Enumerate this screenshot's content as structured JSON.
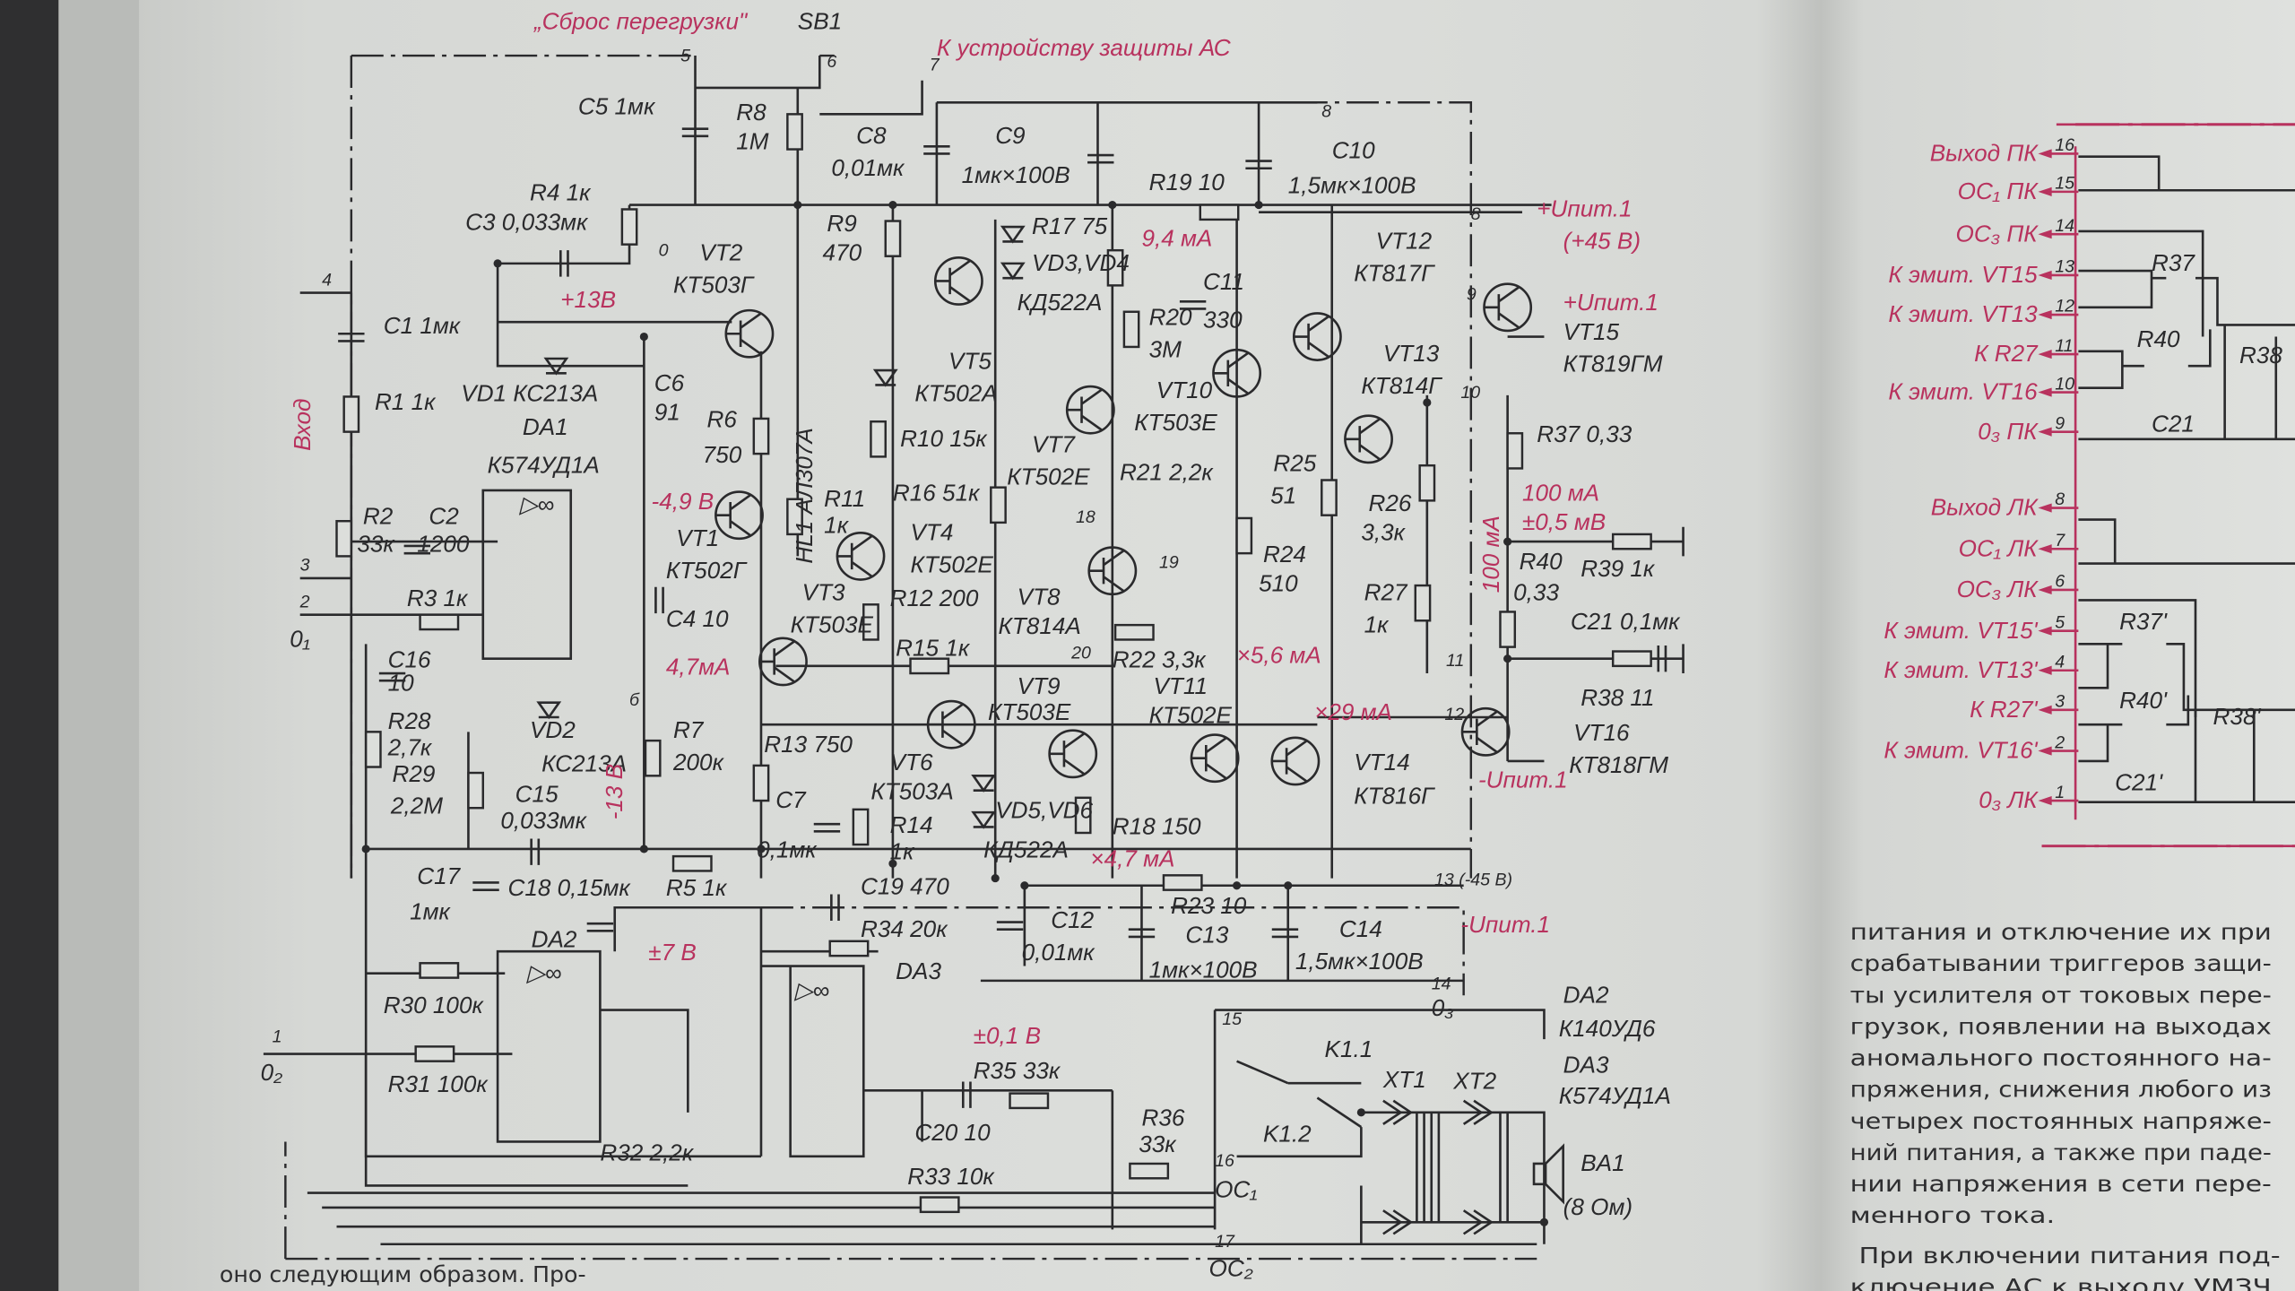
{
  "schematic": {
    "reset_label": "„Сброс перегрузки\"",
    "sb1": "SB1",
    "to_protection": "К устройству защиты АС",
    "input": "Вход",
    "pin5": "5",
    "pin6": "6",
    "pin7": "7",
    "pin8": "8",
    "pin8b": "8",
    "c5": "C5  1мк",
    "r8a": "R8",
    "r8b": "1M",
    "c8a": "C8",
    "c8b": "0,01мк",
    "c9a": "C9",
    "c9b": "1мк×100В",
    "r19": "R19 10",
    "c10a": "C10",
    "c10b": "1,5мк×100В",
    "r4": "R4  1к",
    "c3": "C3  0,033мк",
    "p0": "0",
    "vt2a": "VT2",
    "vt2b": "КТ503Г",
    "v13": "+13В",
    "r9a": "R9",
    "r9b": "470",
    "r17": "R17 75",
    "vd34": "VD3,VD4",
    "kd522a": "КД522А",
    "i94": "9,4 мА",
    "upos1": "+Uпит.1",
    "upos2": "(+45 В)",
    "c11a": "C11",
    "c11b": "330",
    "vt12a": "VT12",
    "vt12b": "КТ817Г",
    "upos3": "+Uпит.1",
    "pin9": "9",
    "vt15a": "VT15",
    "vt15b": "КТ819ГМ",
    "pin4": "4",
    "c1": "C1  1мк",
    "r1": "R1  1к",
    "vd1": "VD1  КС213А",
    "da1a": "DA1",
    "da1b": "К574УД1А",
    "c6a": "C6",
    "c6b": "91",
    "r6a": "R6",
    "r6b": "750",
    "hl1": "HL1  АЛ307А",
    "vt5": "VT5",
    "vt5b": "КТ502А",
    "r10": "R10  15к",
    "r20a": "R20",
    "r20b": "3М",
    "vt10a": "VT10",
    "vt10b": "КТ503Е",
    "vt13a": "VT13",
    "vt13b": "КТ814Г",
    "pin10": "10",
    "r37": "R37  0,33",
    "r2a": "R2",
    "r2b": "33к",
    "c2a": "C2",
    "c2b": "1200",
    "v49": "-4,9 В",
    "vt1a": "VT1",
    "vt1b": "КТ502Г",
    "r11a": "R11",
    "r11b": "1к",
    "r16": "R16  51к",
    "vt7a": "VT7",
    "vt7b": "КТ502Е",
    "r21": "R21  2,2к",
    "r25a": "R25",
    "r25b": "51",
    "r26a": "R26",
    "r26b": "3,3к",
    "i100": "100 мА",
    "mv05": "±0,5 мВ",
    "i100v": "100 мА",
    "pin3": "3",
    "pin2": "2",
    "o1": "0₁",
    "r3": "R3  1к",
    "c4": "C4  10",
    "vt4a": "VT4",
    "vt4b": "КТ502Е",
    "r12": "R12  200",
    "vt3a": "VT3",
    "vt3b": "КТ503Е",
    "r15": "R15  1к",
    "i47": "4,7мА",
    "pin18": "18",
    "pin19": "19",
    "pin20": "20",
    "vt8a": "VT8",
    "vt8b": "КТ814А",
    "r22": "R22  3,3к",
    "i56": "×5,6 мА",
    "r24a": "R24",
    "r24b": "510",
    "r27a": "R27",
    "r27b": "1к",
    "r40a": "R40",
    "r40b": "0,33",
    "r39": "R39  1к",
    "c21": "C21  0,1мк",
    "r38": "R38  11",
    "pin11": "11",
    "c16a": "C16",
    "c16b": "10",
    "r28a": "R28",
    "r28b": "2,7к",
    "r29a": "R29",
    "r29b": "2,2М",
    "vd2a": "VD2",
    "vd2b": "КС213А",
    "c15a": "C15",
    "c15b": "0,033мк",
    "v13n": "-13 В",
    "pin6b": "б",
    "r7a": "R7",
    "r7b": "200к",
    "r13": "R13  750",
    "c7a": "C7",
    "c7b": "0,1мк",
    "vt6a": "VT6",
    "vt6b": "КТ503А",
    "r14a": "R14",
    "r14b": "1к",
    "vt9a": "VT9",
    "vt9b": "КТ503Е",
    "vd56": "VD5,VD6",
    "kd522a2": "КД522А",
    "r18": "R18  150",
    "i47b": "×4,7 мА",
    "vt11a": "VT11",
    "vt11b": "КТ502Е",
    "i29": "×29 мА",
    "vt14a": "VT14",
    "vt14b": "КТ816Г",
    "pin12": "12",
    "vt16a": "VT16",
    "vt16b": "КТ818ГМ",
    "uneg1": "-Uпит.1",
    "c17a": "C17",
    "c17b": "1мк",
    "c18": "C18  0,15мк",
    "r5": "R5  1к",
    "c19": "C19  470",
    "r23": "R23  10",
    "pin13": "13  (-45 В)",
    "uneg2": "-Uпит.1",
    "c12a": "C12",
    "c12b": "0,01мк",
    "c13a": "C13",
    "c13b": "1мк×100В",
    "c14a": "C14",
    "c14b": "1,5мк×100В",
    "da2": "DA2",
    "r34": "R34  20к",
    "v7": "±7 В",
    "da3": "DA3",
    "r30": "R30  100к",
    "pin14": "14",
    "o3": "0₃",
    "v01": "±0,1 В",
    "da2_type_a": "DA2",
    "da2_type_b": "К140УД6",
    "da3_type_a": "DA3",
    "da3_type_b": "К574УД1А",
    "pin1": "1",
    "o2": "0₂",
    "r31": "R31  100к",
    "r35": "R35  33к",
    "pin15": "15",
    "k11": "K1.1",
    "k12": "K1.2",
    "xt1": "XT1",
    "xt2": "XT2",
    "r36a": "R36",
    "r36b": "33к",
    "ba1": "BA1",
    "ba1_ohm": "(8 Ом)",
    "c20": "C20  10",
    "r32": "R32  2,2к",
    "r33": "R33  10к",
    "pin16": "16",
    "oc1": "ОС₁",
    "pin17": "17",
    "oc2": "ОС₂",
    "op_sym": "▷∞",
    "op_sym2": "▷∞",
    "op_sym3": "▷∞"
  },
  "connector": {
    "items": [
      {
        "label": "Выход ПК",
        "pin": "16"
      },
      {
        "label": "ОС₁  ПК",
        "pin": "15"
      },
      {
        "label": "ОС₃  ПК",
        "pin": "14"
      },
      {
        "label": "К эмит. VT15",
        "pin": "13"
      },
      {
        "label": "К эмит. VT13",
        "pin": "12"
      },
      {
        "label": "К  R27",
        "pin": "11"
      },
      {
        "label": "К эмит. VT16",
        "pin": "10"
      },
      {
        "label": "0₃  ПК",
        "pin": "9"
      },
      {
        "label": "Выход ЛК",
        "pin": "8"
      },
      {
        "label": "ОС₁  ЛК",
        "pin": "7"
      },
      {
        "label": "ОС₃  ЛК",
        "pin": "6"
      },
      {
        "label": "К эмит. VT15'",
        "pin": "5"
      },
      {
        "label": "К эмит. VT13'",
        "pin": "4"
      },
      {
        "label": "К  R27'",
        "pin": "3"
      },
      {
        "label": "К эмит. VT16'",
        "pin": "2"
      },
      {
        "label": "0₃  ЛК",
        "pin": "1"
      }
    ],
    "parts": {
      "r37": "R37",
      "r40": "R40",
      "r38": "R38",
      "c21": "C21",
      "r37p": "R37'",
      "r40p": "R40'",
      "r38p": "R38'",
      "c21p": "C21'"
    }
  },
  "text": {
    "paragraph": [
      "питания и отключение их при",
      "срабатывании триггеров защи-",
      "ты усилителя от токовых пере-",
      "грузок, появлении на выходах",
      "аномального постоянного на-",
      "пряжения, снижения любого из",
      "четырех постоянных напряже-",
      "ний питания, а также при паде-",
      "нии напряжения в сети пере-",
      "менного тока.",
      "При включении питания под-",
      "ключение АС к выходу УМЗЧ"
    ],
    "bottom_line": "оно следующим образом. Про-"
  },
  "colors": {
    "ink": "#2a2a2c",
    "red_ink": "#b8325e",
    "paper": "#d9dbd8"
  }
}
